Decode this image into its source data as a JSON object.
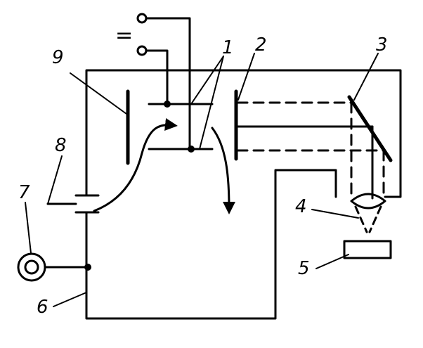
{
  "colors": {
    "ink": "#000000",
    "paper": "#ffffff"
  },
  "labels": {
    "l1": "1",
    "l2": "2",
    "l3": "3",
    "l4": "4",
    "l5": "5",
    "l6": "6",
    "l7": "7",
    "l8": "8",
    "l9": "9",
    "dc_symbol": "="
  }
}
